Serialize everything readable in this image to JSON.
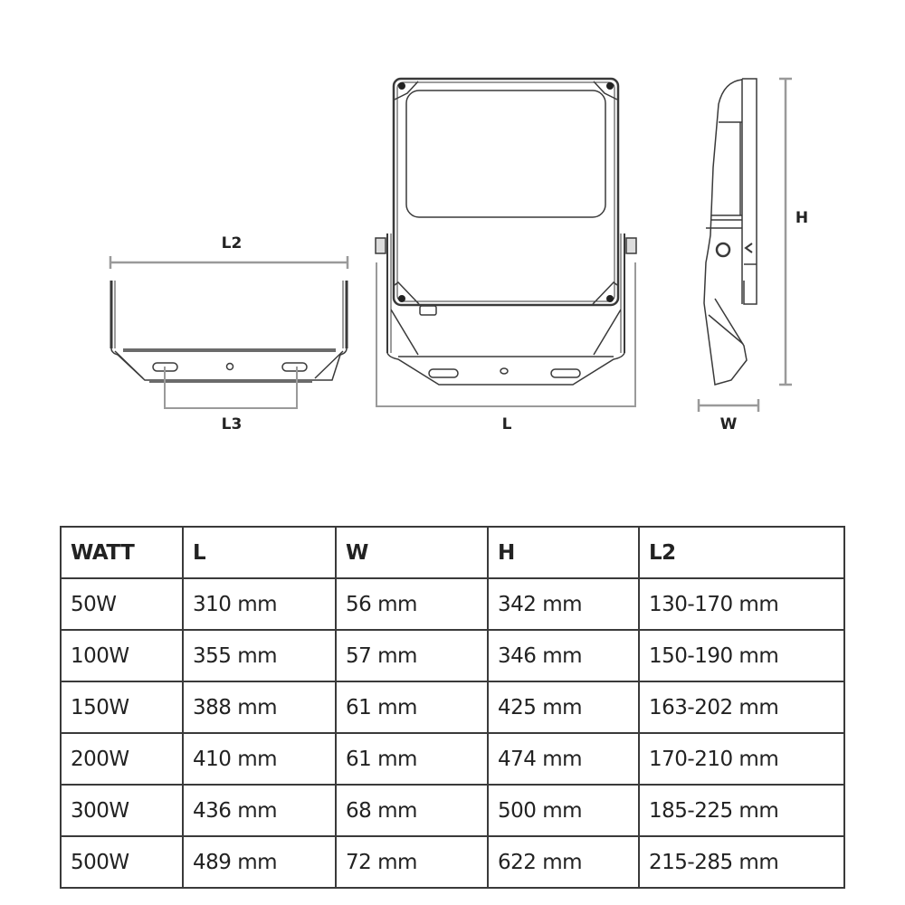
{
  "drawings": {
    "bracket_view": {
      "top_label": "L2",
      "bottom_label": "L3"
    },
    "front_view": {
      "bottom_label": "L"
    },
    "side_view": {
      "right_label": "H",
      "bottom_label": "W"
    }
  },
  "table": {
    "headers": [
      "WATT",
      "L",
      "W",
      "H",
      "L2"
    ],
    "rows": [
      [
        "50W",
        "310 mm",
        "56 mm",
        "342 mm",
        "130-170 mm"
      ],
      [
        "100W",
        "355 mm",
        "57 mm",
        "346 mm",
        "150-190 mm"
      ],
      [
        "150W",
        "388 mm",
        "61 mm",
        "425 mm",
        "163-202 mm"
      ],
      [
        "200W",
        "410 mm",
        "61 mm",
        "474 mm",
        "170-210 mm"
      ],
      [
        "300W",
        "436 mm",
        "68 mm",
        "500 mm",
        "185-225 mm"
      ],
      [
        "500W",
        "489 mm",
        "72 mm",
        "622 mm",
        "215-285 mm"
      ]
    ]
  },
  "colors": {
    "line": "#3a3a3a",
    "dimension": "#9a9a9a",
    "text": "#222222"
  }
}
